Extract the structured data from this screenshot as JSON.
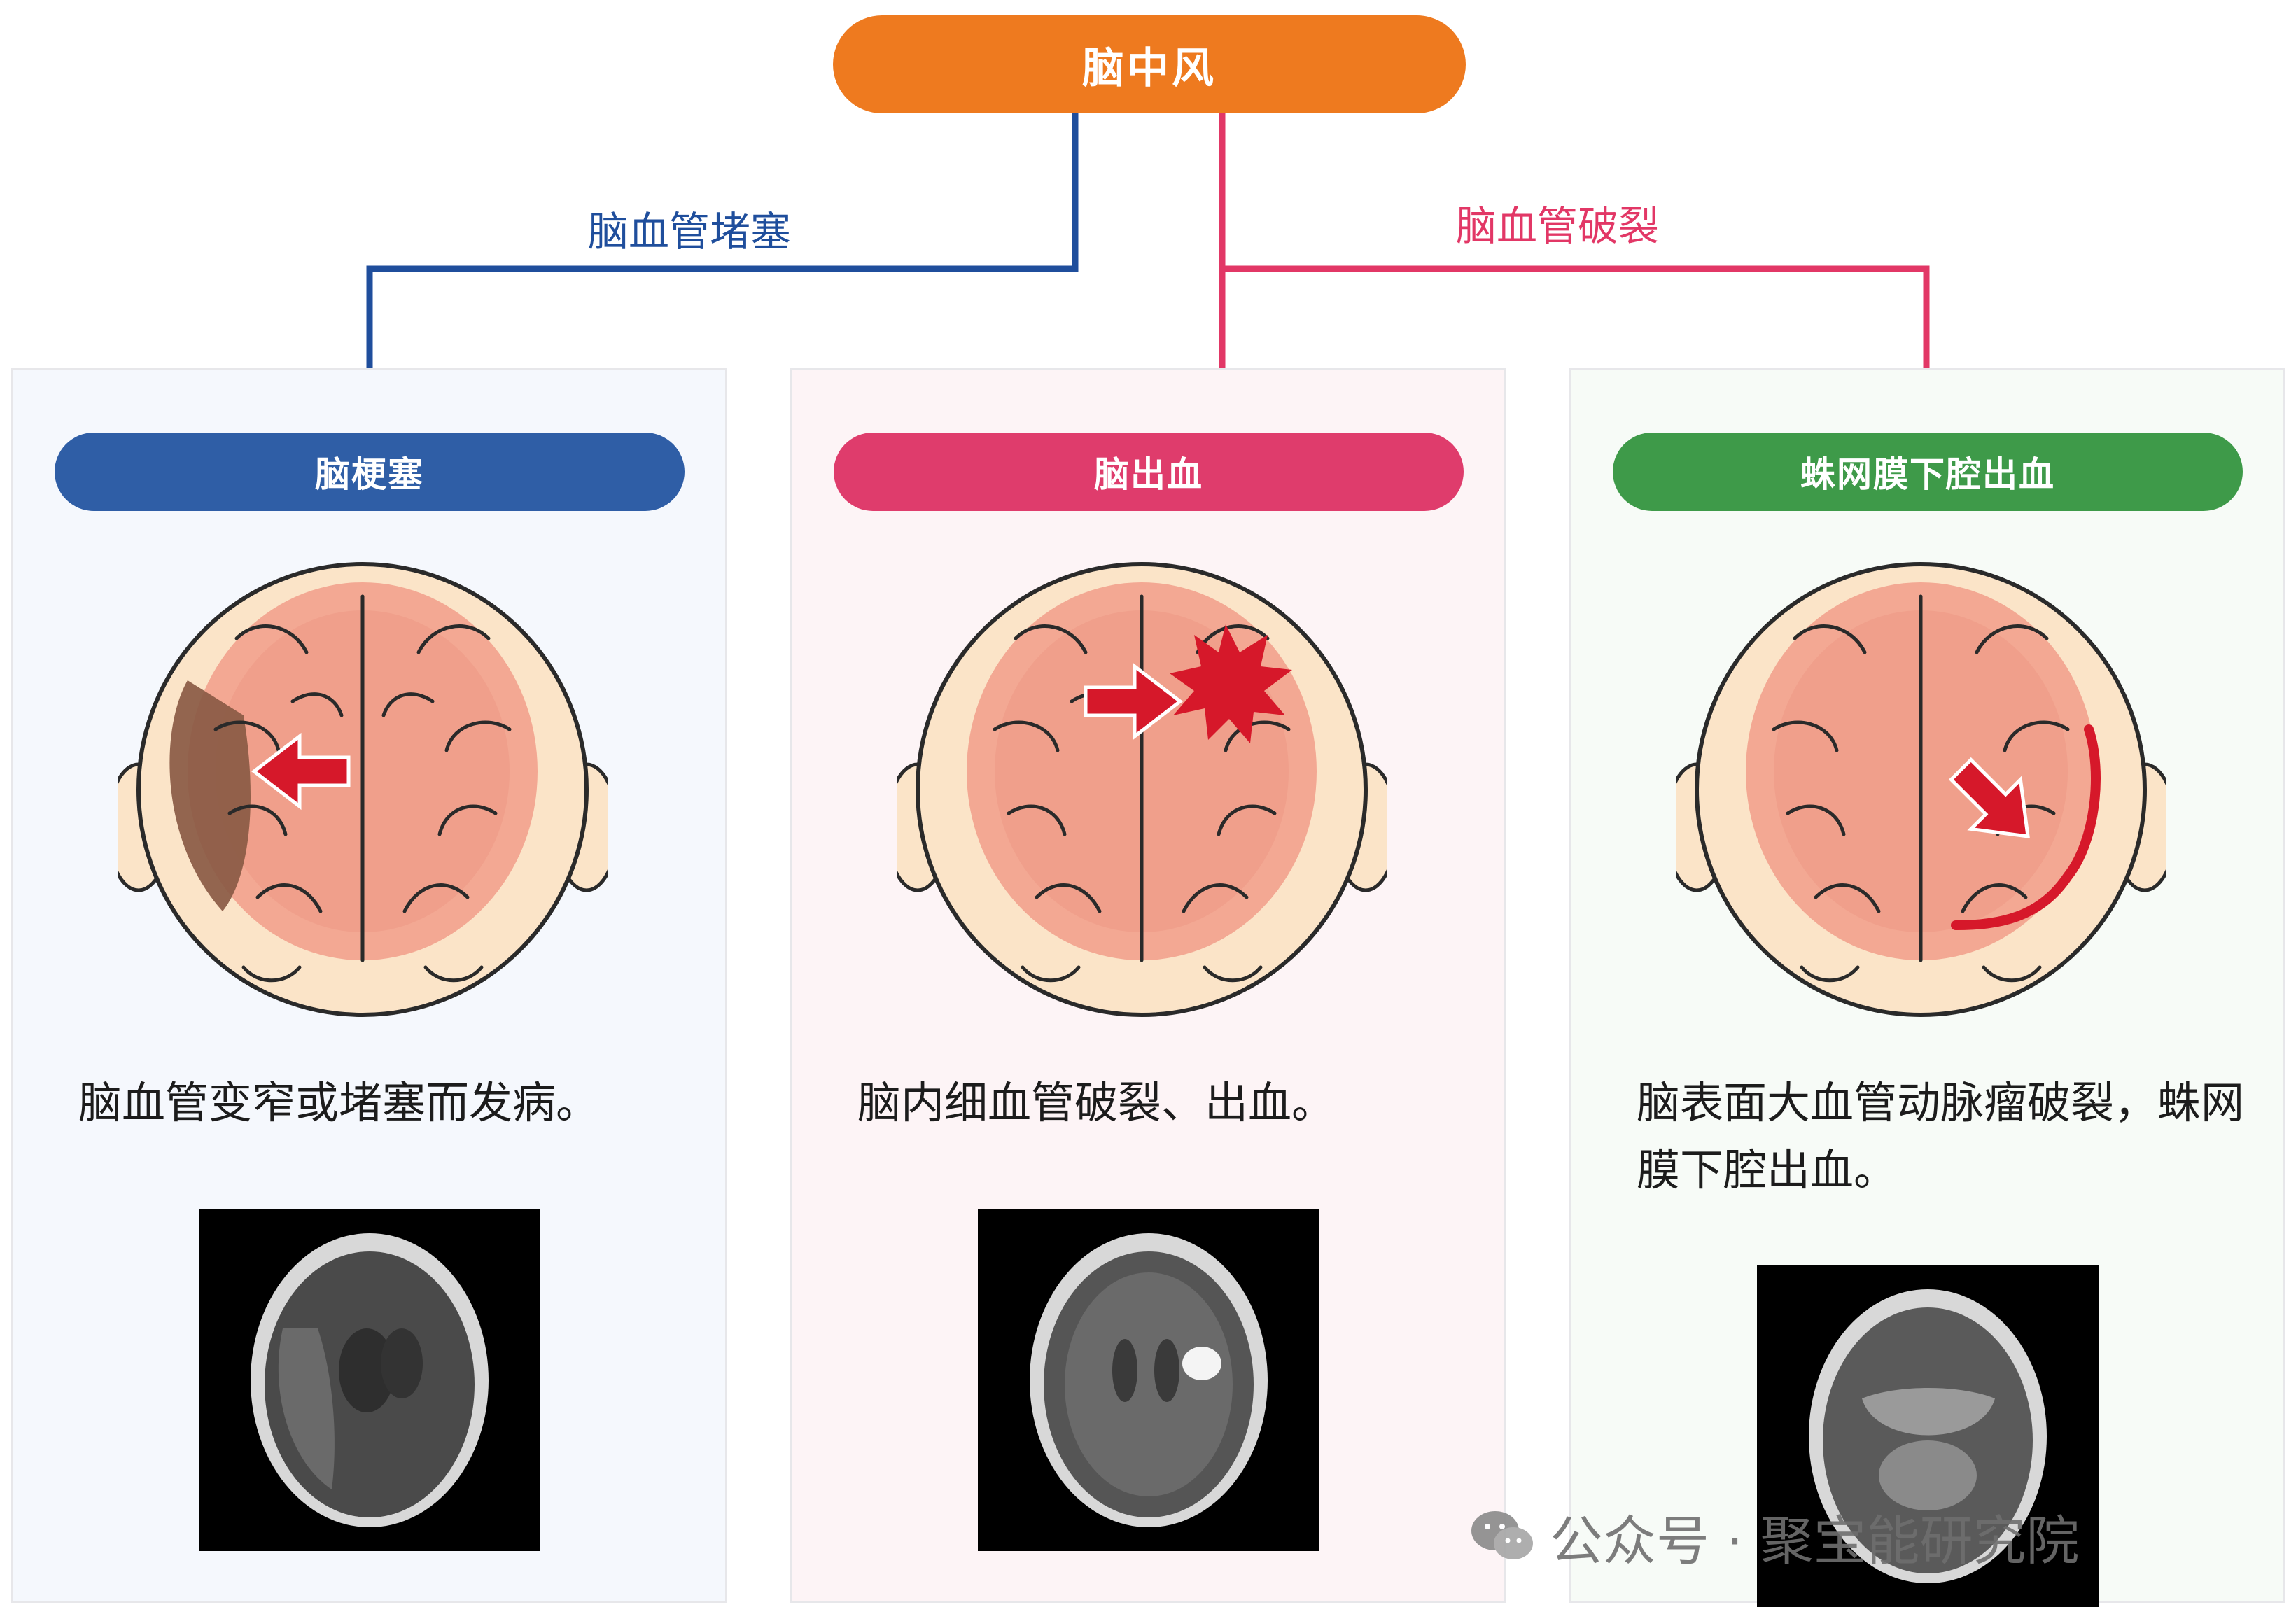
{
  "root": {
    "title": "脑中风"
  },
  "branches": {
    "left": {
      "label": "脑血管堵塞",
      "color": "#1f4e9c"
    },
    "right": {
      "label": "脑血管破裂",
      "color": "#e23766"
    }
  },
  "panels": [
    {
      "title": "脑梗塞",
      "pill_color": "#2f5ea6",
      "description": "脑血管变窄或堵塞而发病。"
    },
    {
      "title": "脑出血",
      "pill_color": "#df3c6c",
      "description": "脑内细血管破裂、出血。"
    },
    {
      "title": "蛛网膜下腔出血",
      "pill_color": "#3e9a49",
      "description": "脑表面大血管动脉瘤破裂，蛛网膜下腔出血。"
    }
  ],
  "watermark": {
    "icon": "wechat-icon",
    "text": "公众号 · 聚宝能研究院"
  }
}
